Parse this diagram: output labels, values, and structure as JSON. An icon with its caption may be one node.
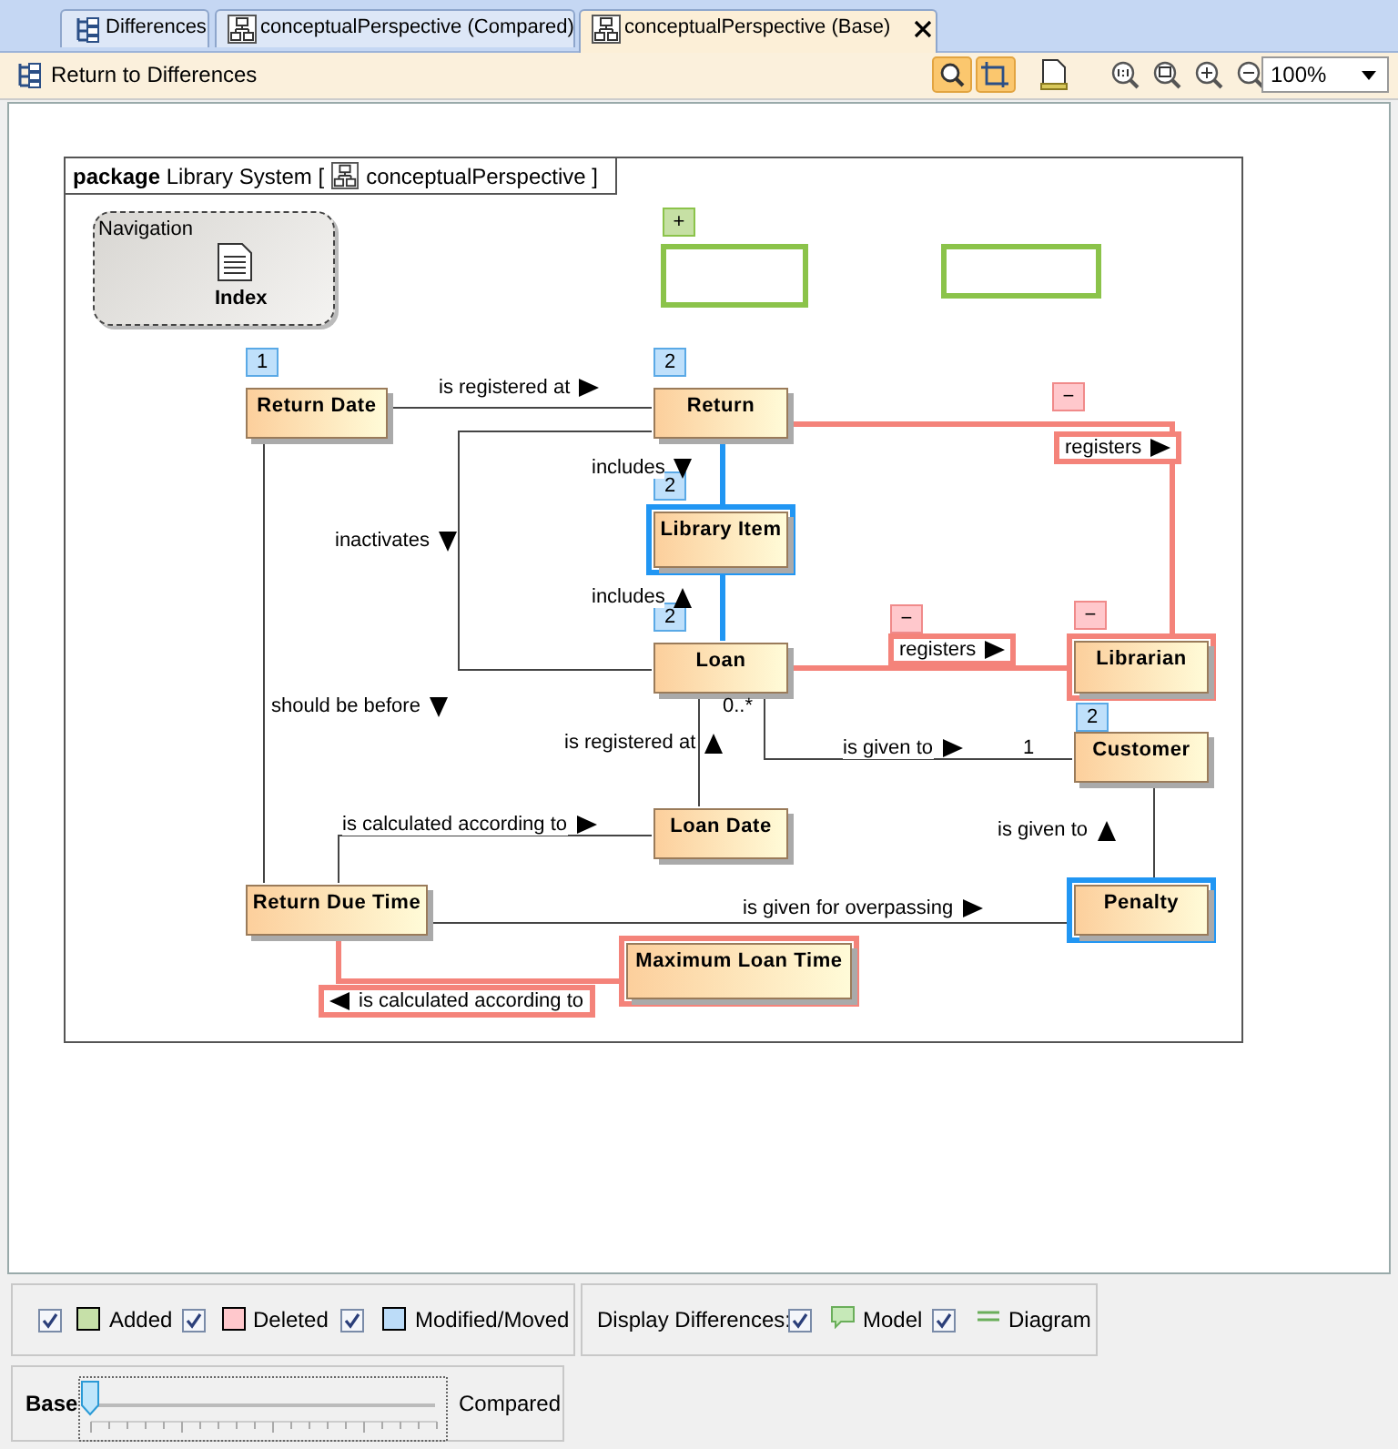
{
  "diagram": {
    "nodes": [
      {
        "text": [
          "**package** Library System [",
          "conceptualPerspective ]"
        ]
      },
      {
        "text": [
          "Navigation",
          "Index"
        ],
        "in": 0
      },
      {
        "text": [],
        "shape": "box",
        "in": 0,
        "beside": [
          "+"
        ]
      },
      {
        "text": [],
        "shape": "box",
        "in": 0
      },
      {
        "text": [
          "Return Date"
        ],
        "in": 0,
        "beside": [
          "1"
        ]
      },
      {
        "text": [
          "Return"
        ],
        "in": 0,
        "beside": [
          "2"
        ]
      },
      {
        "text": [
          "Library Item"
        ],
        "in": 0,
        "beside": [
          "2"
        ]
      },
      {
        "text": [
          "Loan"
        ],
        "in": 0,
        "beside": [
          "2"
        ]
      },
      {
        "text": [
          "Librarian"
        ],
        "in": 0,
        "beside": [
          "−"
        ]
      },
      {
        "text": [
          "Customer"
        ],
        "in": 0,
        "beside": [
          "2"
        ]
      },
      {
        "text": [
          "Loan Date"
        ],
        "in": 0
      },
      {
        "text": [
          "Return Due Time"
        ],
        "in": 0
      },
      {
        "text": [
          "Penalty"
        ],
        "in": 0
      },
      {
        "text": [
          "Maximum Loan Time"
        ],
        "in": 0
      }
    ],
    "edges": [
      {
        "from": 4,
        "to": 5,
        "arrow": "none",
        "label": "is registered at"
      },
      {
        "from": 5,
        "to": 6,
        "arrow": "none",
        "label": "includes",
        "style": "thick",
        "color": "#2196f3"
      },
      {
        "from": 7,
        "to": 6,
        "arrow": "none",
        "label": "includes",
        "style": "thick",
        "color": "#2196f3"
      },
      {
        "from": 5,
        "to": 7,
        "arrow": "none",
        "label": "inactivates"
      },
      {
        "from": 5,
        "to": 8,
        "arrow": "none",
        "label": "registers",
        "style": "thick",
        "color": "#f4837a"
      },
      {
        "from": 7,
        "to": 8,
        "arrow": "none",
        "label": "registers",
        "style": "thick",
        "color": "#f4837a"
      },
      {
        "from": 4,
        "to": 11,
        "arrow": "none",
        "label": "should be before"
      },
      {
        "from": 10,
        "to": 7,
        "arrow": "none",
        "label": "is registered at"
      },
      {
        "from": 7,
        "to": 9,
        "arrow": "none",
        "label": "is given to"
      },
      {
        "from": 11,
        "to": 10,
        "arrow": "none",
        "label": "is calculated according to"
      },
      {
        "from": 12,
        "to": 9,
        "arrow": "none",
        "label": "is given to"
      },
      {
        "from": 11,
        "to": 12,
        "arrow": "none",
        "label": "is given for overpassing"
      },
      {
        "from": 13,
        "to": 11,
        "arrow": "none",
        "label": "is calculated according to",
        "style": "thick",
        "color": "#f4837a"
      }
    ],
    "labels": [
      "Differences",
      "conceptualPerspective (Compared)",
      "conceptualPerspective (Base)",
      "Return to Differences",
      "100%",
      "−",
      "−",
      "0..*",
      "1",
      "Display Differences:",
      "Base",
      "Compared"
    ],
    "legend": [
      {
        "text": "Added",
        "color": "#c6e0a8"
      },
      {
        "text": "Deleted",
        "color": "#ffc8cc"
      },
      {
        "text": "Modified/Moved",
        "color": "#bcdcf8"
      },
      {
        "text": "Model"
      },
      {
        "text": "Diagram"
      }
    ]
  }
}
